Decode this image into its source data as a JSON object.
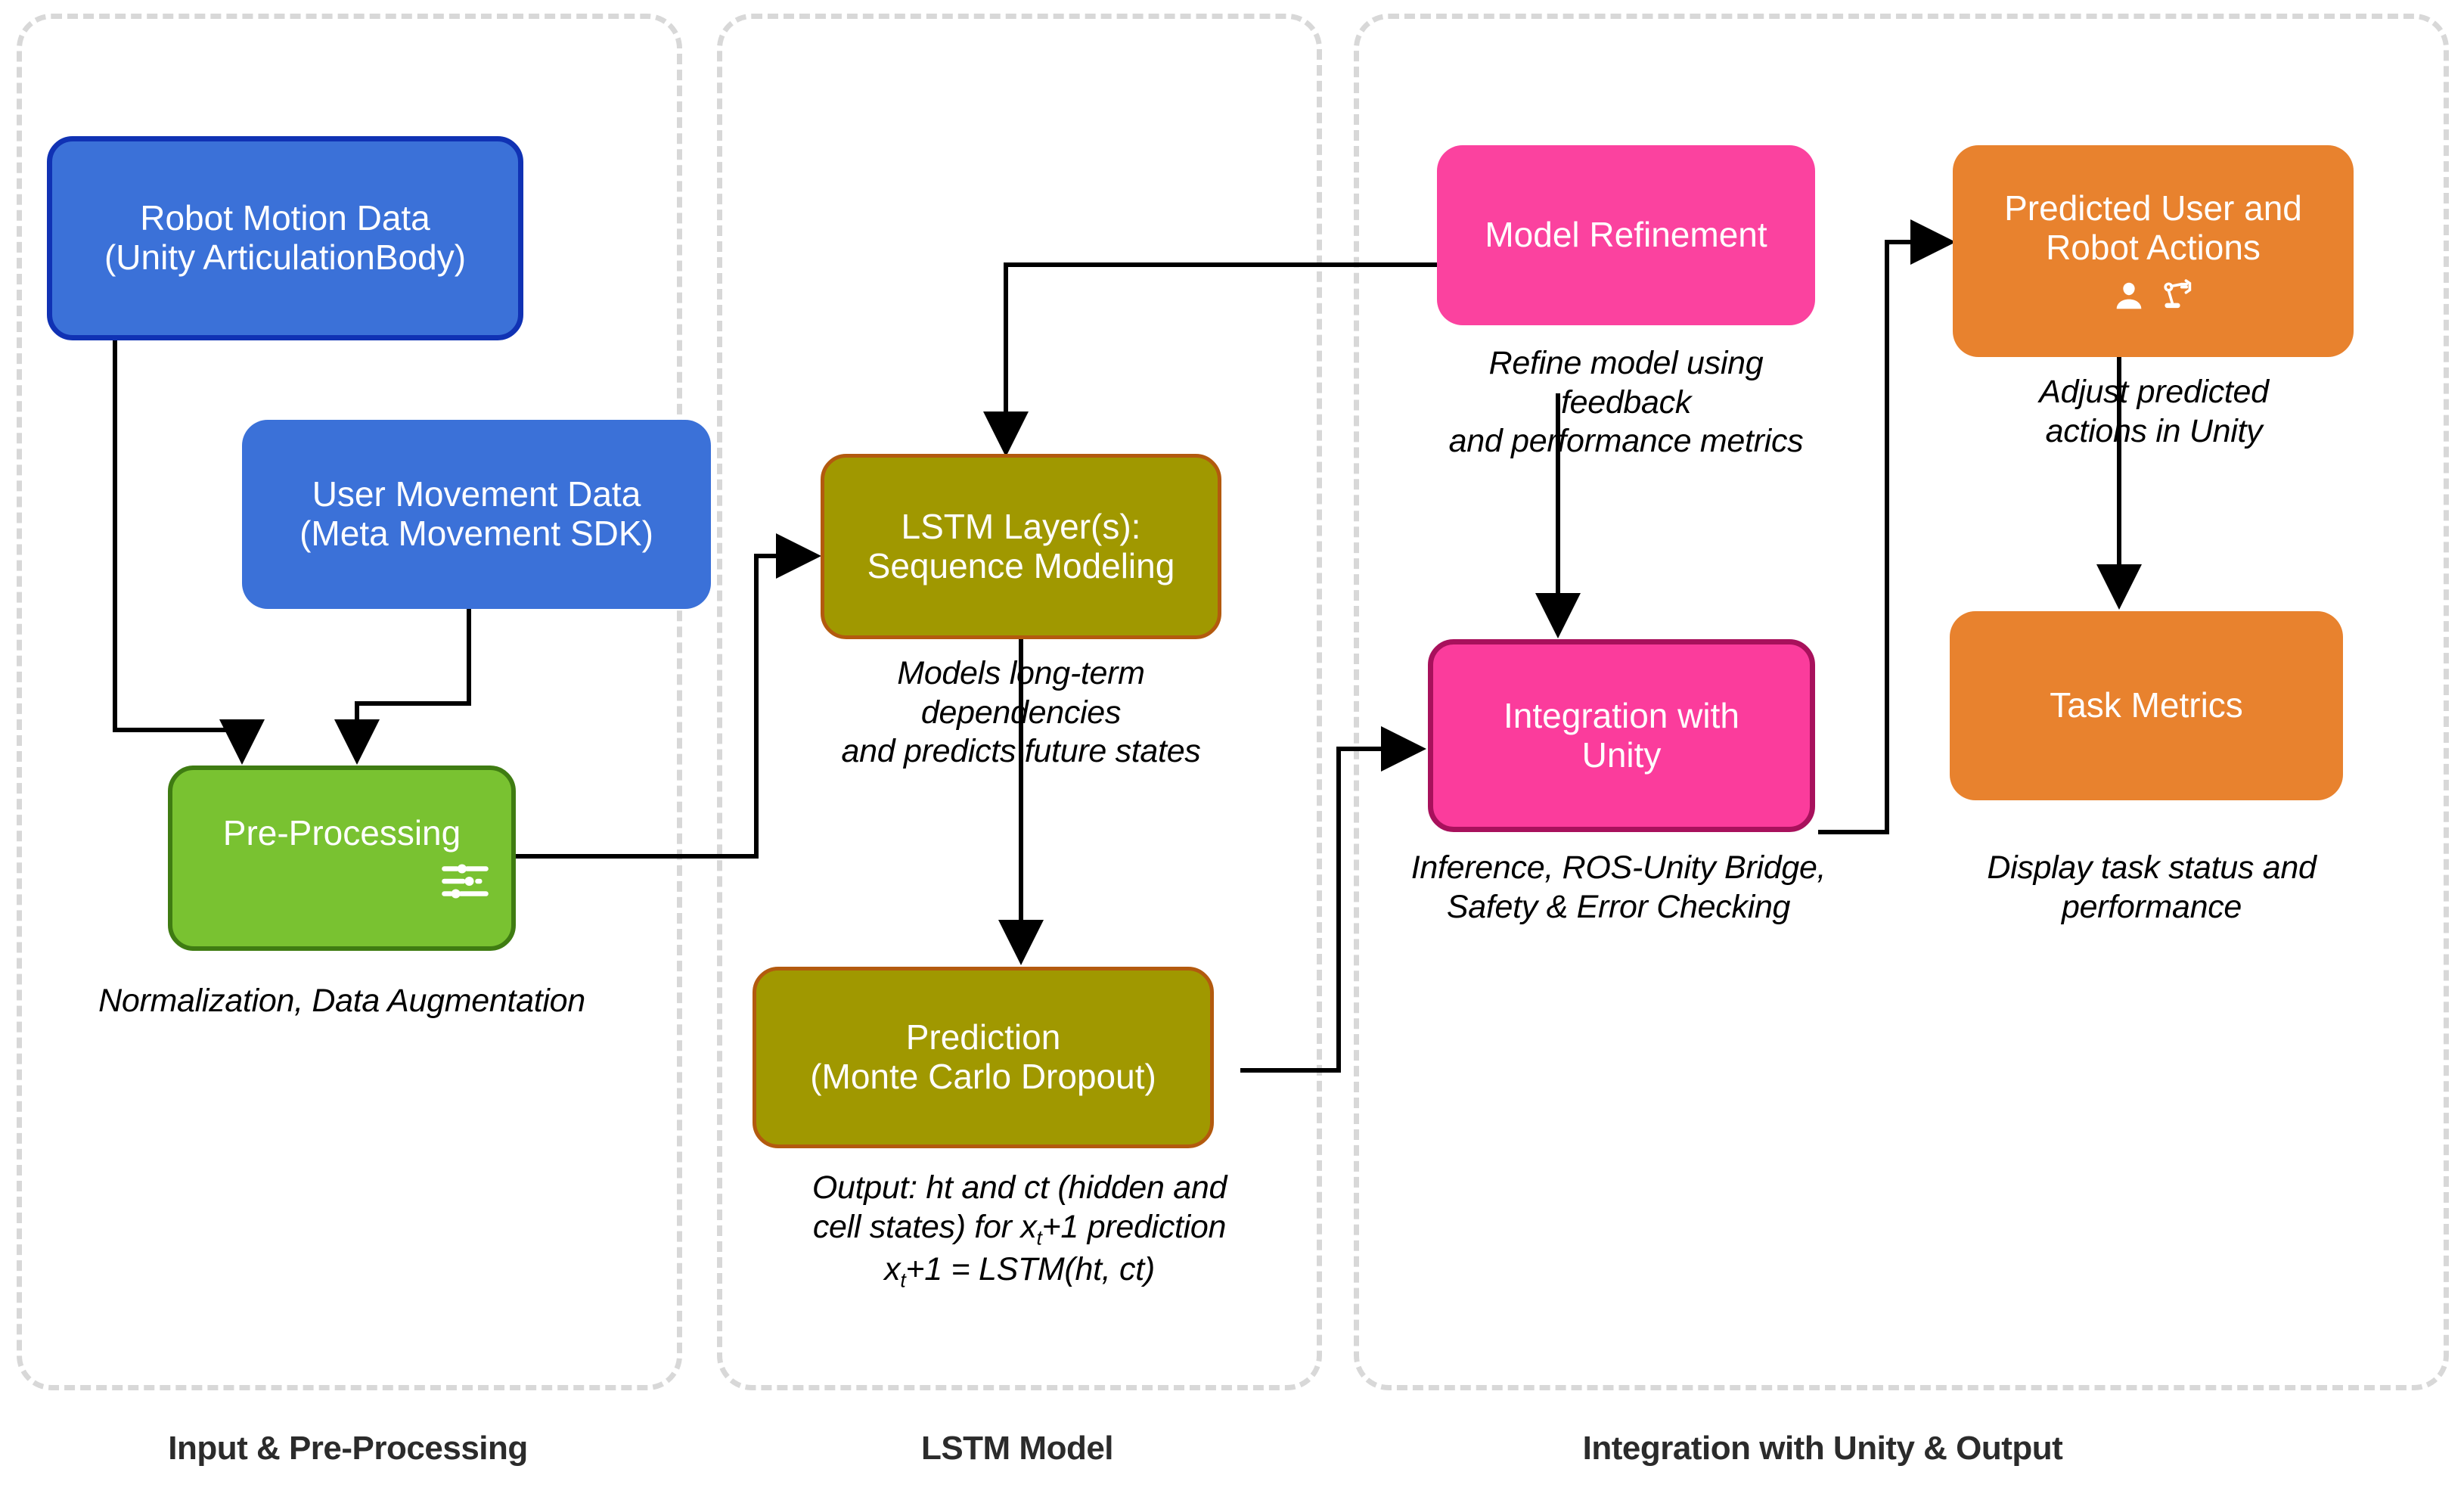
{
  "groups": [
    {
      "id": "input",
      "label": "Input & Pre-Processing"
    },
    {
      "id": "lstm",
      "label": "LSTM Model"
    },
    {
      "id": "output",
      "label": "Integration with Unity & Output"
    }
  ],
  "nodes": {
    "robot_motion": {
      "title": "Robot Motion Data",
      "subtitle": "(Unity ArticulationBody)",
      "color": "#3B71D8",
      "border": "#1032B4"
    },
    "user_movement": {
      "title": "User Movement Data",
      "subtitle": "(Meta Movement SDK)",
      "color": "#3B71D8",
      "border": "none"
    },
    "pre_processing": {
      "title": "Pre-Processing",
      "color": "#79C231",
      "border": "#3F7C12",
      "icon": "sliders-icon"
    },
    "lstm_layers": {
      "title": "LSTM Layer(s):",
      "subtitle": "Sequence Modeling",
      "color": "#A09800",
      "border": "#B35A0E"
    },
    "prediction": {
      "title": "Prediction",
      "subtitle": "(Monte Carlo Dropout)",
      "color": "#A09800",
      "border": "#B35A0E"
    },
    "model_refinement": {
      "title": "Model Refinement",
      "color": "#FB429F",
      "border": "none"
    },
    "integration_unity": {
      "title": "Integration with",
      "subtitle": "Unity",
      "color": "#FB3C9C",
      "border": "#A8115C"
    },
    "predicted_actions": {
      "title": "Predicted User and",
      "subtitle": "Robot Actions",
      "color": "#E8822E",
      "border": "none",
      "icons": [
        "person-icon",
        "robot-arm-icon"
      ]
    },
    "task_metrics": {
      "title": "Task Metrics",
      "color": "#E8822E",
      "border": "none"
    }
  },
  "captions": {
    "pre_processing": "Normalization, Data Augmentation",
    "lstm_layers": "Models long-term\ndependencies\nand predicts future states",
    "model_refinement": "Refine model using\nfeedback\nand performance metrics",
    "predicted_actions": "Adjust predicted\nactions in Unity",
    "integration_unity": "Inference, ROS-Unity Bridge,\nSafety & Error Checking",
    "task_metrics": "Display task status and\nperformance"
  },
  "formula": {
    "line1_a": "Output: ",
    "line1_h": "ht",
    "line1_b": " and ",
    "line1_c": "ct",
    "line1_d": " (hidden and",
    "line2_a": "cell states) for ",
    "line2_x": "x",
    "line2_t": "t",
    "line2_b": "+1 prediction",
    "line3_x": "x",
    "line3_t": "t",
    "line3_b": "+1 = LSTM(",
    "line3_h": "ht",
    "line3_c": ", ct",
    "line3_d": ")"
  },
  "palette": {
    "blue": "#3B71D8",
    "green": "#79C231",
    "olive": "#A09800",
    "pink": "#FB429F",
    "orange": "#E8822E",
    "dashed_gray": "#d8d8d8",
    "edge": "#000000"
  }
}
